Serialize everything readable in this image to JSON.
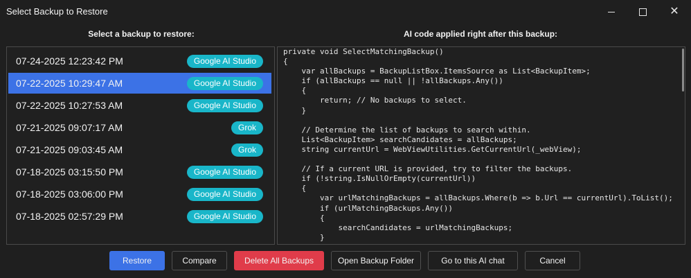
{
  "window": {
    "title": "Select Backup to Restore"
  },
  "left_header": "Select a backup to restore:",
  "right_header": "AI code applied right after this backup:",
  "backups": [
    {
      "date": "07-24-2025 12:23:42 PM",
      "source": "Google AI Studio",
      "selected": false
    },
    {
      "date": "07-22-2025 10:29:47 AM",
      "source": "Google AI Studio",
      "selected": true
    },
    {
      "date": "07-22-2025 10:27:53 AM",
      "source": "Google AI Studio",
      "selected": false
    },
    {
      "date": "07-21-2025 09:07:17 AM",
      "source": "Grok",
      "selected": false
    },
    {
      "date": "07-21-2025 09:03:45 AM",
      "source": "Grok",
      "selected": false
    },
    {
      "date": "07-18-2025 03:15:50 PM",
      "source": "Google AI Studio",
      "selected": false
    },
    {
      "date": "07-18-2025 03:06:00 PM",
      "source": "Google AI Studio",
      "selected": false
    },
    {
      "date": "07-18-2025 02:57:29 PM",
      "source": "Google AI Studio",
      "selected": false
    }
  ],
  "code": "private void SelectMatchingBackup()\n{\n    var allBackups = BackupListBox.ItemsSource as List<BackupItem>;\n    if (allBackups == null || !allBackups.Any())\n    {\n        return; // No backups to select.\n    }\n\n    // Determine the list of backups to search within.\n    List<BackupItem> searchCandidates = allBackups;\n    string currentUrl = WebViewUtilities.GetCurrentUrl(_webView);\n\n    // If a current URL is provided, try to filter the backups.\n    if (!string.IsNullOrEmpty(currentUrl))\n    {\n        var urlMatchingBackups = allBackups.Where(b => b.Url == currentUrl).ToList();\n        if (urlMatchingBackups.Any())\n        {\n            searchCandidates = urlMatchingBackups;\n        }\n    }",
  "buttons": {
    "restore": "Restore",
    "compare": "Compare",
    "delete_all": "Delete All Backups",
    "open_folder": "Open Backup Folder",
    "go_to_chat": "Go to this AI chat",
    "cancel": "Cancel"
  },
  "colors": {
    "selection": "#3c72e6",
    "badge": "#19b6c9",
    "danger": "#e03c4a",
    "background": "#1f1f1f"
  }
}
